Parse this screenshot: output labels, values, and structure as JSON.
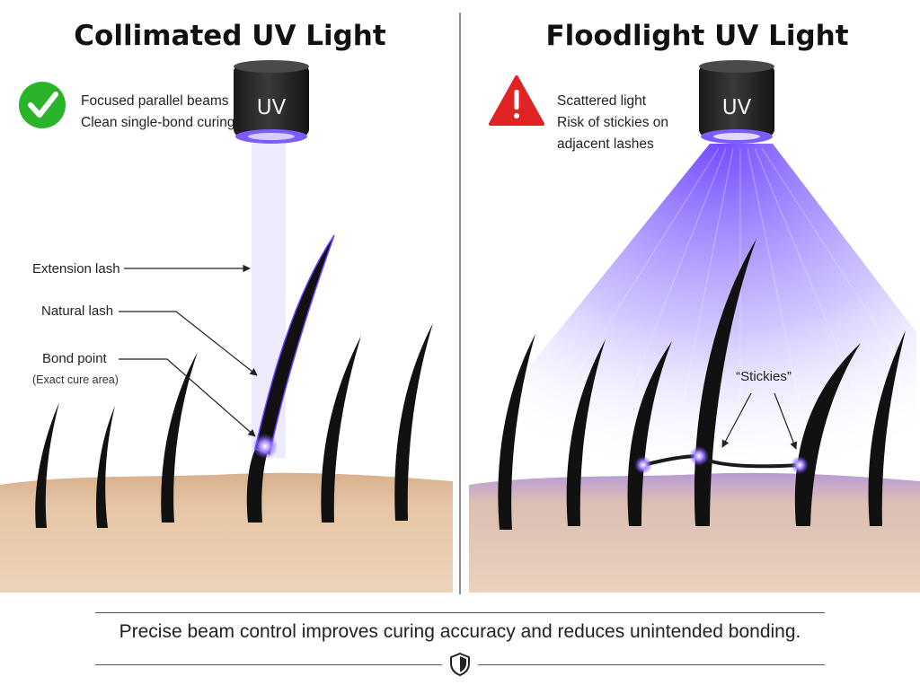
{
  "left_panel": {
    "title": "Collimated UV Light",
    "lamp_label": "UV",
    "status_icon": "check-circle-icon",
    "status_color": "#2bb32b",
    "notes": [
      "Focused parallel beams",
      "Clean single-bond curing"
    ],
    "labels": {
      "extension_lash": "Extension lash",
      "natural_lash": "Natural lash",
      "bond_point": "Bond point",
      "bond_point_sub": "(Exact cure area)"
    }
  },
  "right_panel": {
    "title": "Floodlight UV Light",
    "lamp_label": "UV",
    "status_icon": "warning-triangle-icon",
    "status_color": "#e02424",
    "notes": [
      "Scattered light",
      "Risk of stickies on",
      "adjacent lashes"
    ],
    "stickies_label": "“Stickies”"
  },
  "caption": "Precise beam control improves curing accuracy and reduces unintended bonding.",
  "footer_icon": "shield-icon",
  "colors": {
    "uv_glow": "#6a3cff",
    "skin": "#e2c3a4",
    "lash": "#111111"
  }
}
